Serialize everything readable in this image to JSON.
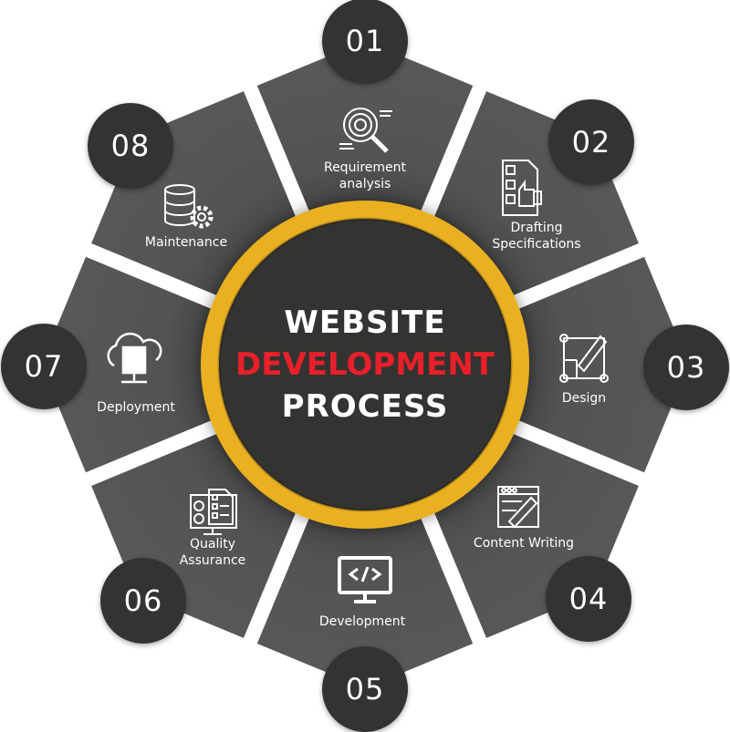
{
  "title": {
    "line1": "WEBSITE",
    "line2": "DEVELOPMENT",
    "line3": "PROCESS"
  },
  "colors": {
    "segment": "#555655",
    "gap": "#ffffff",
    "ring": "#eab020",
    "center": "#333331",
    "number_circle": "#333331",
    "accent_red": "#e8202a",
    "text": "#ffffff"
  },
  "steps": [
    {
      "number": "01",
      "label_line1": "Requirement",
      "label_line2": "analysis",
      "icon": "magnifier-target-icon"
    },
    {
      "number": "02",
      "label_line1": "Drafting",
      "label_line2": "Specifications",
      "icon": "checklist-thumbs-up-icon"
    },
    {
      "number": "03",
      "label_line1": "Design",
      "label_line2": "",
      "icon": "blueprint-pencil-icon"
    },
    {
      "number": "04",
      "label_line1": "Content Writing",
      "label_line2": "",
      "icon": "browser-pencil-icon"
    },
    {
      "number": "05",
      "label_line1": "Development",
      "label_line2": "",
      "icon": "monitor-code-icon"
    },
    {
      "number": "06",
      "label_line1": "Quality",
      "label_line2": "Assurance",
      "icon": "monitor-checklist-icon"
    },
    {
      "number": "07",
      "label_line1": "Deployment",
      "label_line2": "",
      "icon": "cloud-server-icon"
    },
    {
      "number": "08",
      "label_line1": "Maintenance",
      "label_line2": "",
      "icon": "database-gear-icon"
    }
  ]
}
